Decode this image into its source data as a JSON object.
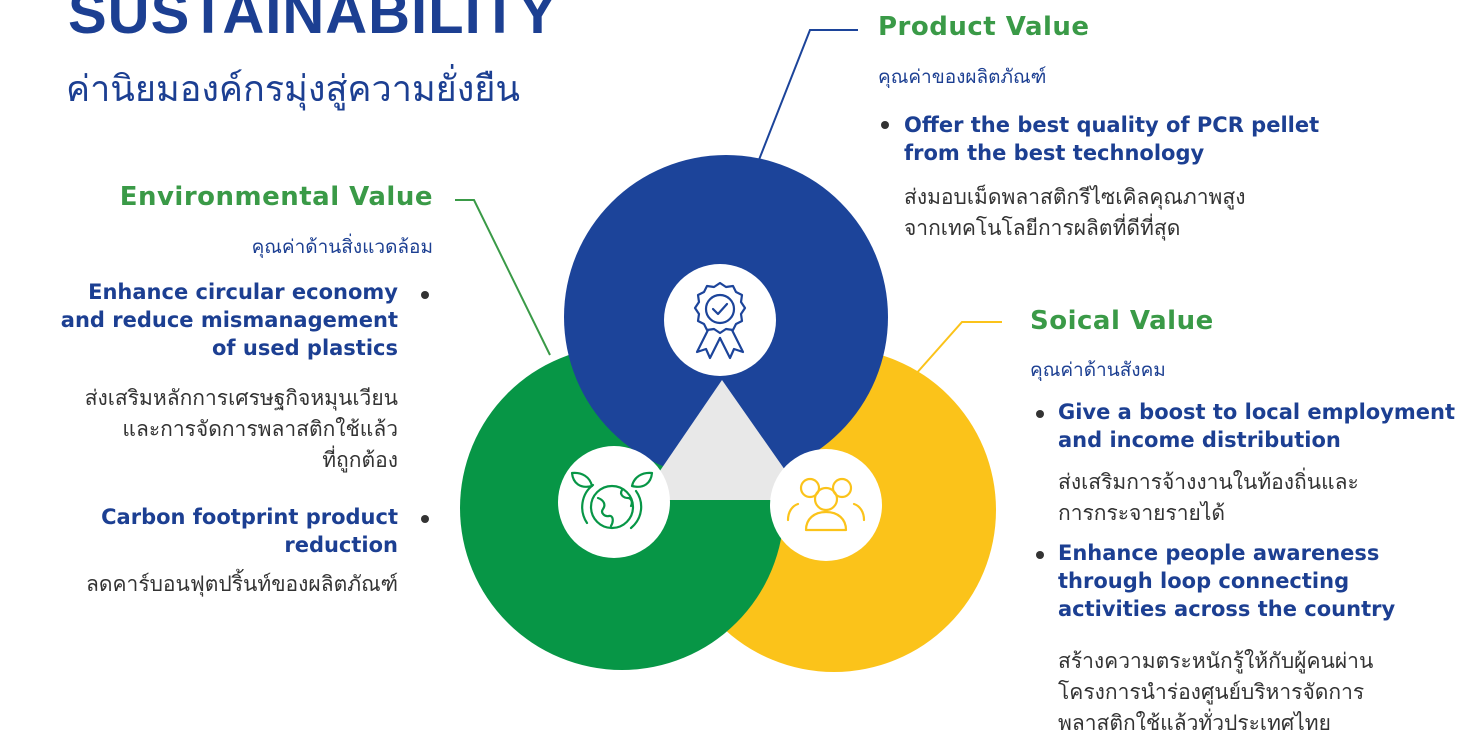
{
  "title": "SUSTAINABILITY",
  "subtitle": "ค่านิยมองค์กรมุ่งสู่ความยั่งยืน",
  "colors": {
    "blue": "#1c449a",
    "green": "#079646",
    "yellow": "#fbc31a",
    "center": "#e8e8e8",
    "text_blue": "#1c3f92",
    "text_green": "#3a9a47"
  },
  "product": {
    "heading": "Product Value",
    "subheading": "คุณค่าของผลิตภัณฑ์",
    "icon": "quality-badge-icon",
    "bullets": [
      {
        "en": "Offer the best quality of PCR pellet from the best technology",
        "en_lines": [
          "Offer the best quality of PCR pellet",
          "from the best technology"
        ],
        "th_lines": [
          "ส่งมอบเม็ดพลาสติกรีไซเคิลคุณภาพสูง",
          "จากเทคโนโลยีการผลิตที่ดีที่สุด"
        ]
      }
    ]
  },
  "environmental": {
    "heading": "Environmental Value",
    "subheading": "คุณค่าด้านสิ่งแวดล้อม",
    "icon": "earth-leaves-icon",
    "bullets": [
      {
        "en_lines": [
          "Enhance circular economy",
          "and reduce mismanagement",
          "of used plastics"
        ],
        "th_lines": [
          "ส่งเสริมหลักการเศรษฐกิจหมุนเวียน",
          "และการจัดการพลาสติกใช้แล้ว",
          "ที่ถูกต้อง"
        ]
      },
      {
        "en_lines": [
          "Carbon footprint product",
          "reduction"
        ],
        "th_lines": [
          "ลดคาร์บอนฟุตปริ้นท์ของผลิตภัณฑ์"
        ]
      }
    ]
  },
  "social": {
    "heading": "Soical Value",
    "subheading": "คุณค่าด้านสังคม",
    "icon": "people-group-icon",
    "bullets": [
      {
        "en_lines": [
          "Give a boost to local employment",
          "and income distribution"
        ],
        "th_lines": [
          "ส่งเสริมการจ้างงานในท้องถิ่นและ",
          "การกระจายรายได้"
        ]
      },
      {
        "en_lines": [
          "Enhance people awareness",
          "through loop connecting",
          "activities across the country"
        ],
        "th_lines": [
          "สร้างความตระหนักรู้ให้กับผู้คนผ่าน",
          "โครงการนำร่องศูนย์บริหารจัดการ",
          "พลาสติกใช้แล้วทั่วประเทศไทย"
        ]
      }
    ]
  }
}
